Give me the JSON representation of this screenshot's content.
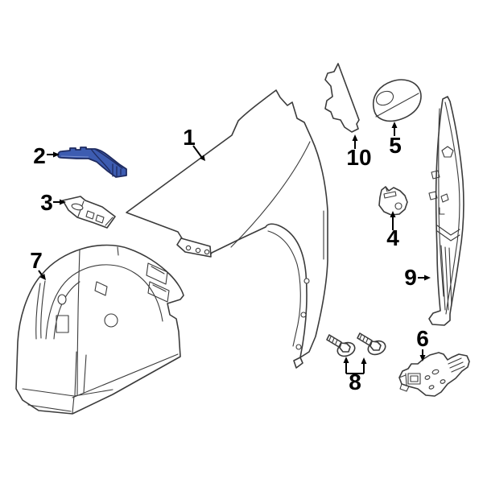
{
  "diagram": {
    "background_color": "#ffffff",
    "line_color": "#3b3b3b",
    "callout_color": "#000000",
    "highlight_fill": "#3d5cb1",
    "highlight_stroke": "#1f2b60",
    "callouts": [
      {
        "number": "1"
      },
      {
        "number": "2"
      },
      {
        "number": "3"
      },
      {
        "number": "4"
      },
      {
        "number": "5"
      },
      {
        "number": "6"
      },
      {
        "number": "7"
      },
      {
        "number": "8"
      },
      {
        "number": "9"
      },
      {
        "number": "10"
      }
    ]
  }
}
